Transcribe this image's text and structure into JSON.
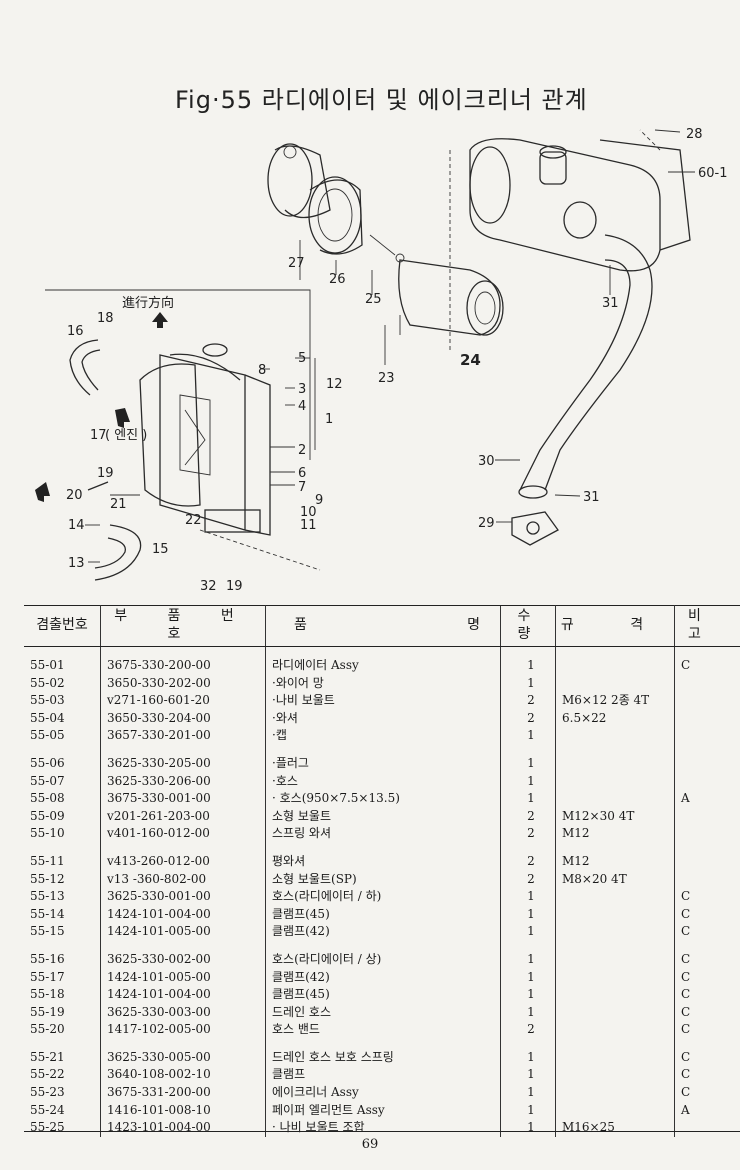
{
  "page": {
    "title": "Fig·55 라디에이터 및 에이크리너 관계",
    "page_number": "69"
  },
  "diagram": {
    "callouts": [
      "27",
      "26",
      "25",
      "24",
      "23",
      "28",
      "60-1",
      "31",
      "30",
      "31",
      "29",
      "18",
      "16",
      "17",
      "12",
      "5",
      "8",
      "3",
      "4",
      "1",
      "2",
      "6",
      "7",
      "9",
      "10",
      "11",
      "19",
      "20",
      "21",
      "14",
      "22",
      "15",
      "13",
      "32",
      "19"
    ],
    "direction_label": "進行方向",
    "engine_label": "( 엔진 )"
  },
  "table": {
    "headers": [
      "겸출번호",
      "부 품 번 호",
      "품",
      "명",
      "수 량",
      "규 격",
      "비 고"
    ],
    "groups": [
      [
        {
          "no": "55-01",
          "part": "3675-330-200-00",
          "name": "라디에이터 Assy",
          "qty": "1",
          "spec": "",
          "remark": "C"
        },
        {
          "no": "55-02",
          "part": "3650-330-202-00",
          "name": "·와이어 망",
          "qty": "1",
          "spec": "",
          "remark": ""
        },
        {
          "no": "55-03",
          "part": "v271-160-601-20",
          "name": "·나비 보울트",
          "qty": "2",
          "spec": "M6×12 2종 4T",
          "remark": ""
        },
        {
          "no": "55-04",
          "part": "3650-330-204-00",
          "name": "·와셔",
          "qty": "2",
          "spec": "6.5×22",
          "remark": ""
        },
        {
          "no": "55-05",
          "part": "3657-330-201-00",
          "name": "·캡",
          "qty": "1",
          "spec": "",
          "remark": ""
        }
      ],
      [
        {
          "no": "55-06",
          "part": "3625-330-205-00",
          "name": "·플러그",
          "qty": "1",
          "spec": "",
          "remark": ""
        },
        {
          "no": "55-07",
          "part": "3625-330-206-00",
          "name": "·호스",
          "qty": "1",
          "spec": "",
          "remark": ""
        },
        {
          "no": "55-08",
          "part": "3675-330-001-00",
          "name": "· 호스(950×7.5×13.5)",
          "qty": "1",
          "spec": "",
          "remark": "A"
        },
        {
          "no": "55-09",
          "part": "v201-261-203-00",
          "name": "소형 보울트",
          "qty": "2",
          "spec": "M12×30 4T",
          "remark": ""
        },
        {
          "no": "55-10",
          "part": "v401-160-012-00",
          "name": "스프링 와셔",
          "qty": "2",
          "spec": "M12",
          "remark": ""
        }
      ],
      [
        {
          "no": "55-11",
          "part": "v413-260-012-00",
          "name": "평와셔",
          "qty": "2",
          "spec": "M12",
          "remark": ""
        },
        {
          "no": "55-12",
          "part": "v13 -360-802-00",
          "name": "소형 보울트(SP)",
          "qty": "2",
          "spec": "M8×20 4T",
          "remark": ""
        },
        {
          "no": "55-13",
          "part": "3625-330-001-00",
          "name": "호스(라디에이터 / 하)",
          "qty": "1",
          "spec": "",
          "remark": "C"
        },
        {
          "no": "55-14",
          "part": "1424-101-004-00",
          "name": "클램프(45)",
          "qty": "1",
          "spec": "",
          "remark": "C"
        },
        {
          "no": "55-15",
          "part": "1424-101-005-00",
          "name": "클램프(42)",
          "qty": "1",
          "spec": "",
          "remark": "C"
        }
      ],
      [
        {
          "no": "55-16",
          "part": "3625-330-002-00",
          "name": "호스(라디에이터 / 상)",
          "qty": "1",
          "spec": "",
          "remark": "C"
        },
        {
          "no": "55-17",
          "part": "1424-101-005-00",
          "name": "클램프(42)",
          "qty": "1",
          "spec": "",
          "remark": "C"
        },
        {
          "no": "55-18",
          "part": "1424-101-004-00",
          "name": "클램프(45)",
          "qty": "1",
          "spec": "",
          "remark": "C"
        },
        {
          "no": "55-19",
          "part": "3625-330-003-00",
          "name": "드레인 호스",
          "qty": "1",
          "spec": "",
          "remark": "C"
        },
        {
          "no": "55-20",
          "part": "1417-102-005-00",
          "name": "호스 밴드",
          "qty": "2",
          "spec": "",
          "remark": "C"
        }
      ],
      [
        {
          "no": "55-21",
          "part": "3625-330-005-00",
          "name": "드레인 호스 보호 스프링",
          "qty": "1",
          "spec": "",
          "remark": "C"
        },
        {
          "no": "55-22",
          "part": "3640-108-002-10",
          "name": "클램프",
          "qty": "1",
          "spec": "",
          "remark": "C"
        },
        {
          "no": "55-23",
          "part": "3675-331-200-00",
          "name": "에이크리너 Assy",
          "qty": "1",
          "spec": "",
          "remark": "C"
        },
        {
          "no": "55-24",
          "part": "1416-101-008-10",
          "name": "페이퍼 엘리먼트 Assy",
          "qty": "1",
          "spec": "",
          "remark": "A"
        },
        {
          "no": "55-25",
          "part": "1423-101-004-00",
          "name": "· 나비 보울트 조합",
          "qty": "1",
          "spec": "M16×25",
          "remark": ""
        }
      ]
    ]
  }
}
